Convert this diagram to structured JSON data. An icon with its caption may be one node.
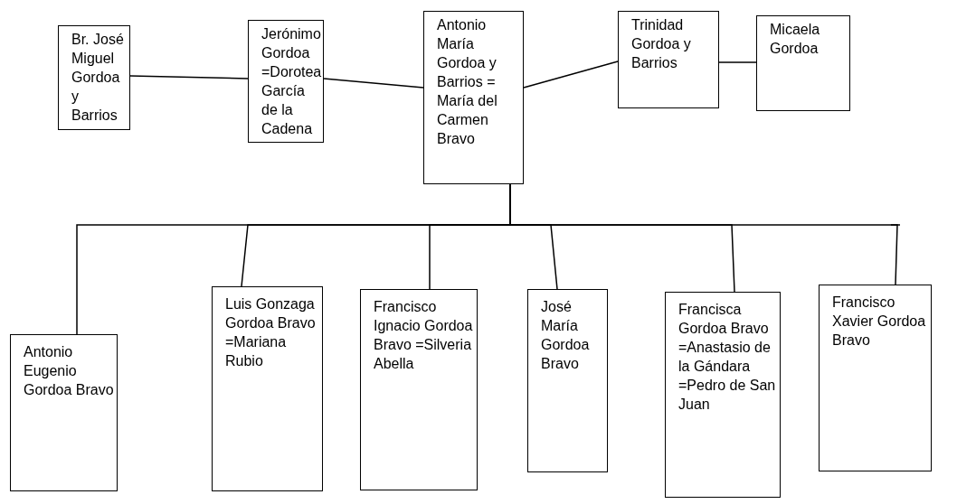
{
  "diagram": {
    "nodes": [
      {
        "text": [
          "Br. José Miguel Gordoa y Barrios"
        ]
      },
      {
        "text": [
          "Jerónimo Gordoa =Dorotea García de la Cadena"
        ]
      },
      {
        "text": [
          "Antonio María Gordoa y Barrios = María del Carmen Bravo"
        ]
      },
      {
        "text": [
          "Trinidad Gordoa y Barrios"
        ]
      },
      {
        "text": [
          "Micaela Gordoa"
        ]
      },
      {
        "text": [
          "Antonio Eugenio Gordoa Bravo"
        ]
      },
      {
        "text": [
          "Luis Gonzaga Gordoa Bravo =Mariana Rubio"
        ]
      },
      {
        "text": [
          "Francisco Ignacio Gordoa Bravo =Silveria Abella"
        ]
      },
      {
        "text": [
          "José María Gordoa Bravo"
        ]
      },
      {
        "text": [
          "Francisca Gordoa Bravo =Anastasio de la Gándara =Pedro de San Juan"
        ]
      },
      {
        "text": [
          "Francisco Xavier Gordoa Bravo"
        ]
      }
    ],
    "edges": [
      {
        "from": 0,
        "to": 1,
        "arrow": "none"
      },
      {
        "from": 1,
        "to": 2,
        "arrow": "none"
      },
      {
        "from": 2,
        "to": 3,
        "arrow": "none"
      },
      {
        "from": 3,
        "to": 4,
        "arrow": "none"
      },
      {
        "from": 2,
        "to": 5,
        "arrow": "none"
      },
      {
        "from": 2,
        "to": 6,
        "arrow": "none"
      },
      {
        "from": 2,
        "to": 7,
        "arrow": "none"
      },
      {
        "from": 2,
        "to": 8,
        "arrow": "none"
      },
      {
        "from": 2,
        "to": 9,
        "arrow": "none"
      },
      {
        "from": 2,
        "to": 10,
        "arrow": "none"
      }
    ]
  }
}
